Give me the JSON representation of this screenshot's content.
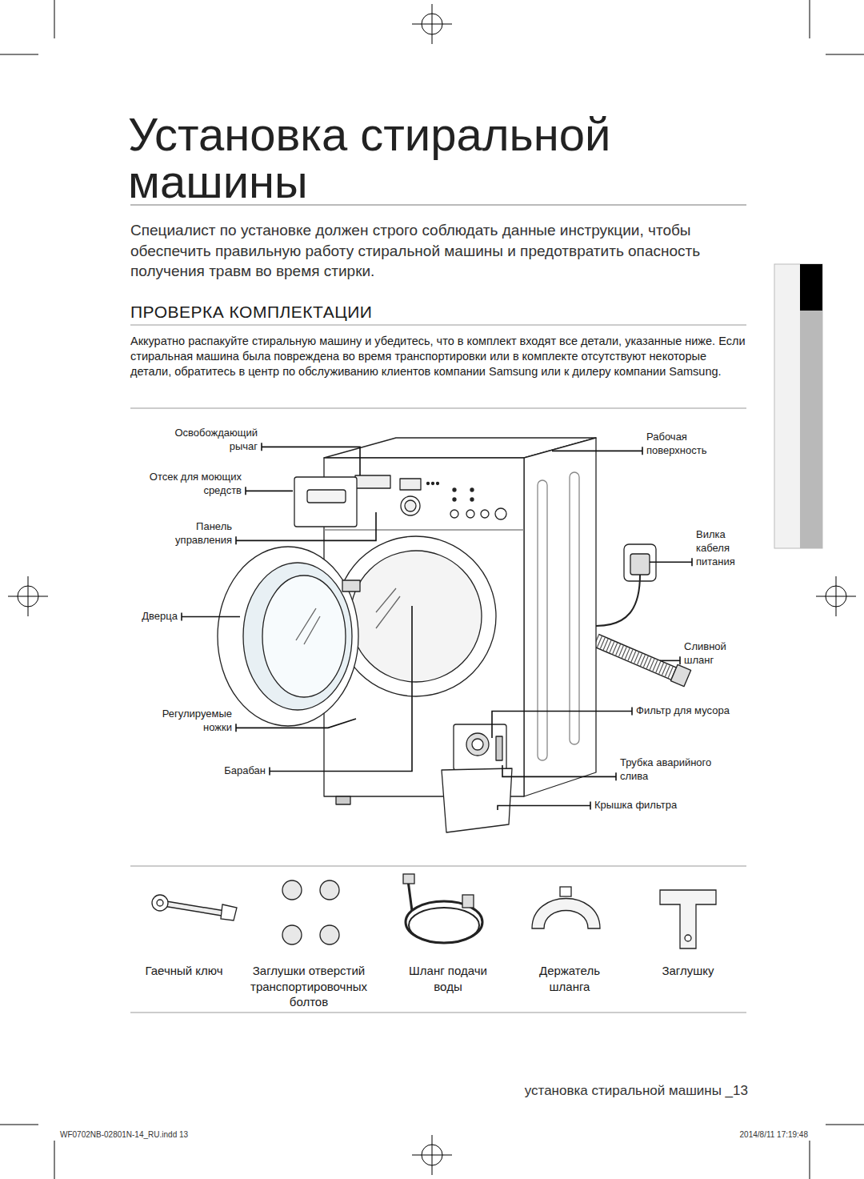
{
  "diagram": {
    "title": "Установка стиральной машины",
    "labels": [
      "Специалист по установке должен строго соблюдать данные инструкции, чтобы обеспечить правильную работу стиральной машины и предотвратить опасность получения травм во время стирки.",
      "ПРОВЕРКА КОМПЛЕКТАЦИИ",
      "Аккуратно распакуйте стиральную машину и убедитесь, что в комплект входят все детали, указанные ниже. Если стиральная машина была повреждена во время транспортировки или в комплекте отсутствуют некоторые детали, обратитесь в центр по обслуживанию клиентов компании Samsung или к дилеру компании Samsung.",
      "Освобождающий рычаг",
      "Отсек для моющих средств",
      "Панель управления",
      "Дверца",
      "Регулируемые ножки",
      "Барабан",
      "Рабочая поверхность",
      "Вилка кабеля питания",
      "Сливной шланг",
      "Фильтр для мусора",
      "Трубка аварийного слива",
      "Крышка фильтра",
      "Гаечный ключ",
      "Заглушки отверстий транспортировочных болтов",
      "Шланг подачи воды",
      "Держатель шланга",
      "Заглушку",
      "установка стиральной машины _13",
      "WF0702NB-02801N-14_RU.indd 13",
      "2014/8/11 17:19:48"
    ]
  }
}
